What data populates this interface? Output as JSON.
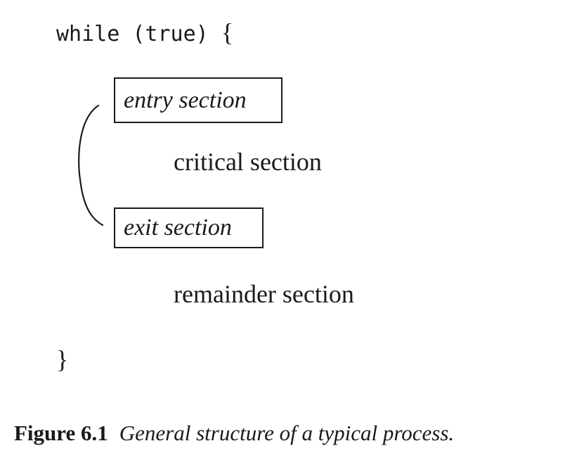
{
  "code": {
    "open_line": "while (true) ",
    "open_brace": "{",
    "close_brace": "}"
  },
  "sections": {
    "entry": "entry section",
    "critical": "critical section",
    "exit": "exit section",
    "remainder": "remainder section"
  },
  "caption": {
    "label": "Figure 6.1",
    "text": "General structure of a typical process."
  },
  "colors": {
    "ink": "#1a1a1a",
    "background": "#ffffff"
  }
}
